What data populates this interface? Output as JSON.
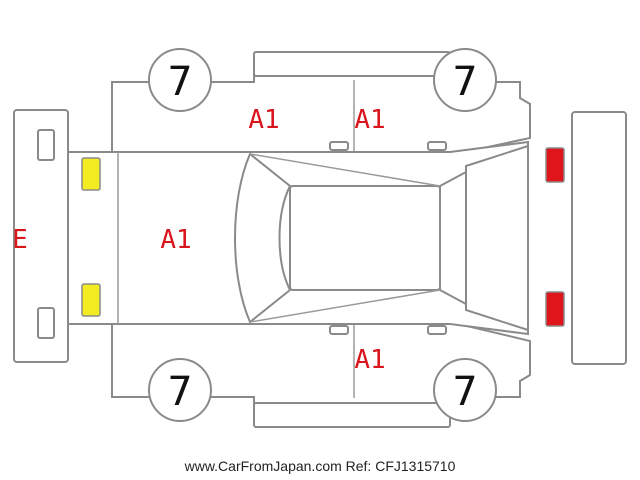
{
  "colors": {
    "outline": "#8a8a8a",
    "damage_code": "#d9141b",
    "light_front": "#f3ec22",
    "light_rear": "#e0141b"
  },
  "damage_labels": {
    "hood": "A1",
    "front_left_door": "A1",
    "rear_left_door": "A1",
    "rear_right_door": "A1",
    "front_bumper": "E"
  },
  "tire_labels": {
    "front_left": "7",
    "rear_left": "7",
    "front_right": "7",
    "rear_right": "7"
  },
  "footer": {
    "source": "www.CarFromJapan.com Ref: CFJ1315710"
  }
}
